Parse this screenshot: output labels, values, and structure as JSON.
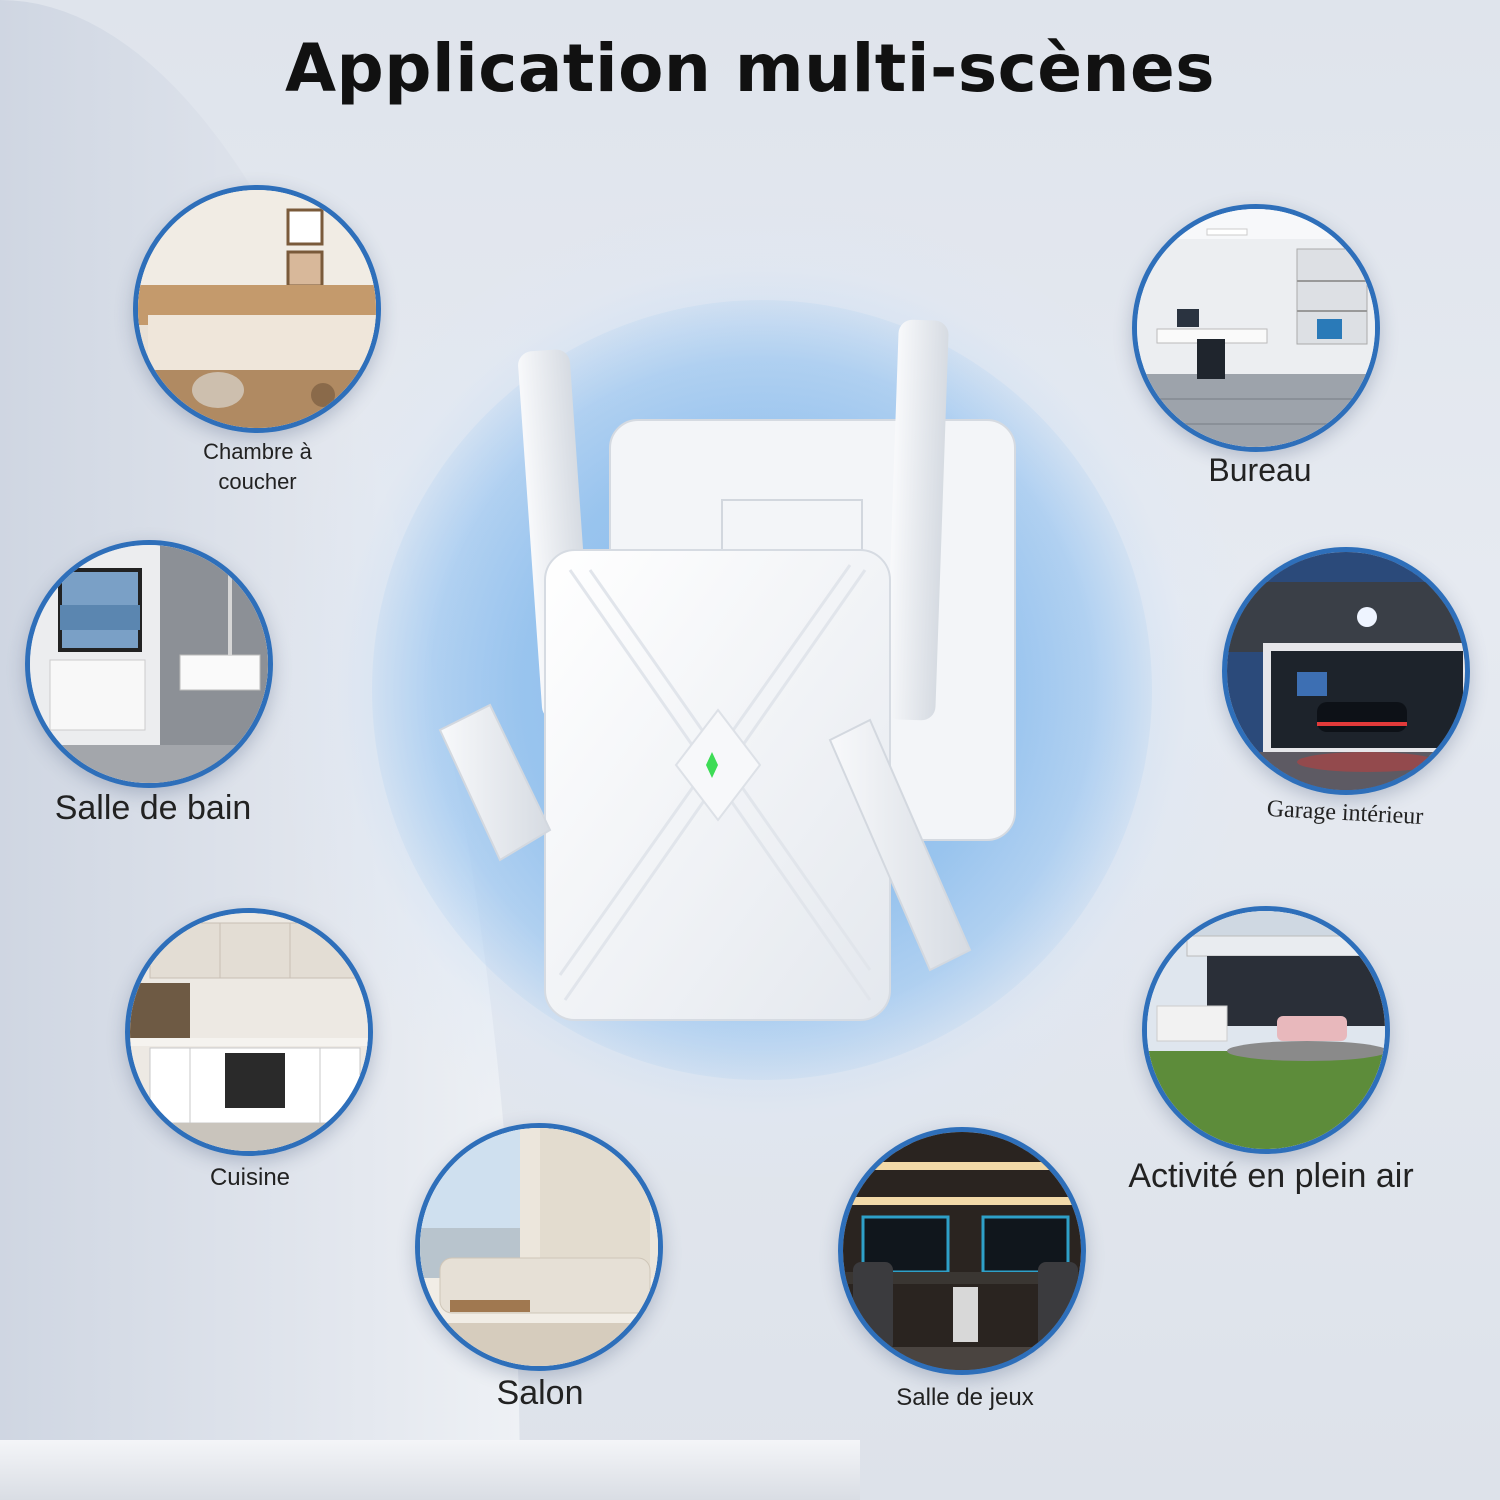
{
  "title": "Application multi-scènes",
  "colors": {
    "scene_border": "#2e6fba",
    "halo": "#9cc4ee",
    "led": "#3ddc55"
  },
  "scenes": [
    {
      "label": "Chambre à\ncouche r"
    },
    {
      "label": "Bureau"
    },
    {
      "label": "Salle de bain"
    },
    {
      "label": "Garage intérieur"
    },
    {
      "label": "Cuisine"
    },
    {
      "label": "Activité en plein air"
    },
    {
      "label": "Salon"
    },
    {
      "label": "Salle de jeux"
    }
  ],
  "labels": {
    "chambre_line1": "Chambre à",
    "chambre_line2": "coucher",
    "bureau": "Bureau",
    "salle_de_bain": "Salle de bain",
    "garage": "Garage intérieur",
    "cuisine": "Cuisine",
    "activite": "Activité en plein air",
    "salon": "Salon",
    "salle_de_jeux": "Salle de jeux"
  },
  "icons": {
    "device": "wifi-extender-icon"
  }
}
